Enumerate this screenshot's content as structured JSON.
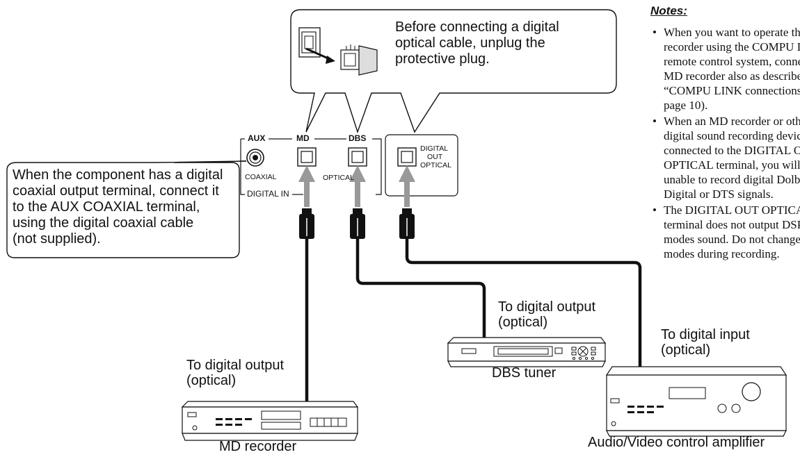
{
  "callout_top": {
    "text_lines": [
      "Before connecting a digital",
      "optical cable, unplug the",
      "protective plug."
    ]
  },
  "callout_left": {
    "text_lines": [
      "When the component has a digital",
      "coaxial output terminal, connect it",
      "to the AUX COAXIAL terminal,",
      "using the digital coaxial cable",
      "(not supplied)."
    ]
  },
  "panel": {
    "aux": "AUX",
    "md": "MD",
    "dbs": "DBS",
    "coaxial": "COAXIAL",
    "optical": "OPTICAL",
    "digital_in": "DIGITAL IN",
    "digital_out_lines": [
      "DIGITAL",
      "OUT",
      "OPTICAL"
    ]
  },
  "notes": {
    "title": "Notes:",
    "items": [
      "When you want to operate the MD recorder using the COMPU LINK remote control system, connect the MD recorder also as described in “COMPU LINK connections” (see page 10).",
      "When an MD recorder or other digital sound recording device is connected to the DIGITAL OUT OPTICAL terminal, you will be unable to record digital Dolby Digital or DTS signals.",
      "The DIGITAL OUT OPTICAL terminal does not output DSP modes sound. Do not change DSP modes during recording."
    ]
  },
  "labels": {
    "dbs_output": [
      "To digital output",
      "(optical)"
    ],
    "amp_input": [
      "To digital input",
      "(optical)"
    ],
    "md_output": [
      "To digital output",
      "(optical)"
    ],
    "dbs_tuner": "DBS tuner",
    "md_recorder": "MD recorder",
    "av_amp": "Audio/Video control amplifier"
  }
}
